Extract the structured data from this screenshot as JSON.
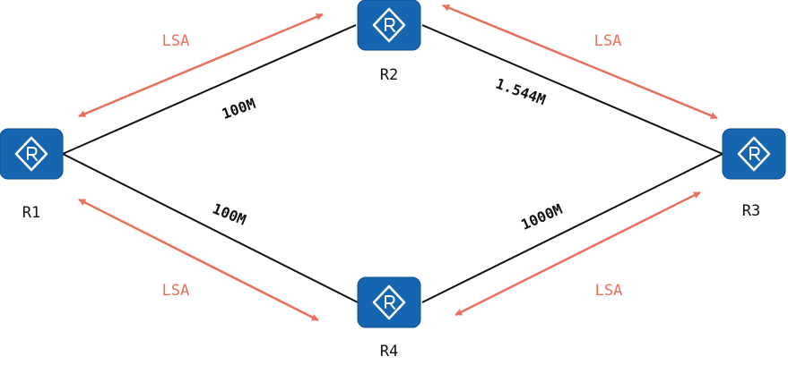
{
  "colors": {
    "router_fill": "#1565B0",
    "router_border": "#0D4F8F",
    "router_symbol": "#ffffff",
    "link": "#111111",
    "lsa_arrow": "#E8705F",
    "lsa_text": "#E8705F"
  },
  "icons": {
    "router": "router-icon"
  },
  "routers": {
    "r1": {
      "label": "R1"
    },
    "r2": {
      "label": "R2"
    },
    "r3": {
      "label": "R3"
    },
    "r4": {
      "label": "R4"
    }
  },
  "links": {
    "r1_r2": {
      "bandwidth": "100M"
    },
    "r2_r3": {
      "bandwidth": "1.544M"
    },
    "r1_r4": {
      "bandwidth": "100M"
    },
    "r4_r3": {
      "bandwidth": "1000M"
    }
  },
  "lsa": {
    "top_left": "LSA",
    "top_right": "LSA",
    "bottom_left": "LSA",
    "bottom_right": "LSA"
  }
}
